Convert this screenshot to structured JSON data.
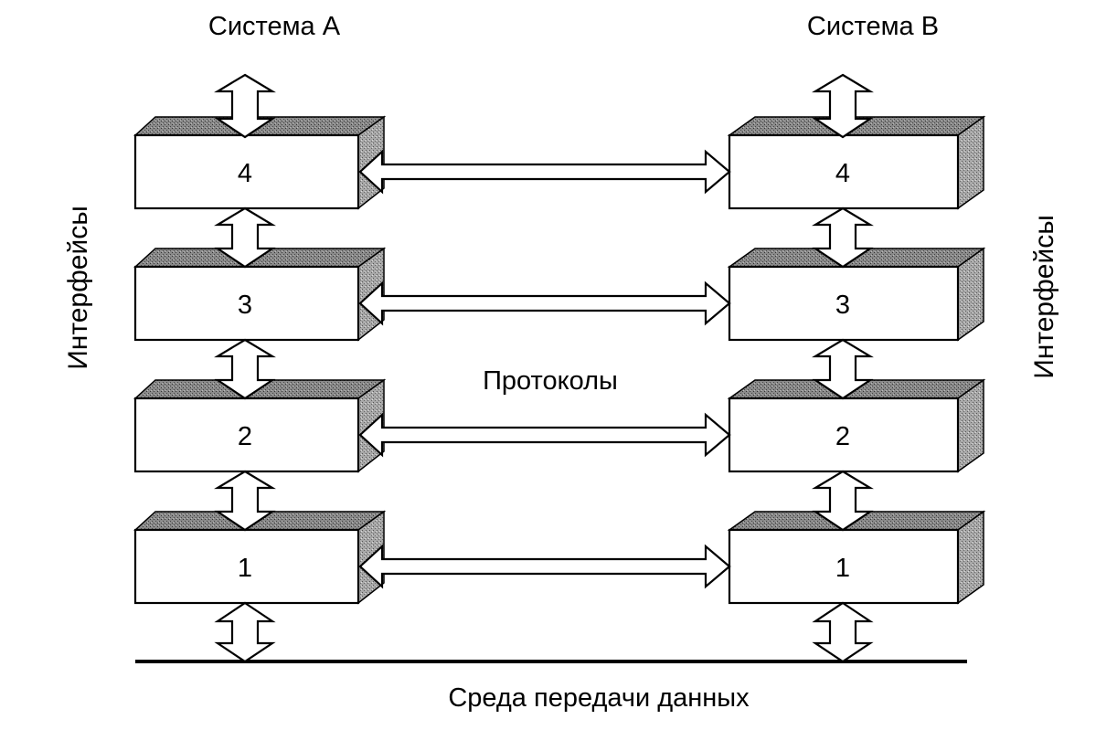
{
  "diagram": {
    "system_a_title": "Система А",
    "system_b_title": "Система В",
    "interfaces_left": "Интерфейсы",
    "interfaces_right": "Интерфейсы",
    "protocols_label": "Протоколы",
    "medium_label": "Среда передачи данных",
    "layers_a": [
      "4",
      "3",
      "2",
      "1"
    ],
    "layers_b": [
      "4",
      "3",
      "2",
      "1"
    ]
  }
}
